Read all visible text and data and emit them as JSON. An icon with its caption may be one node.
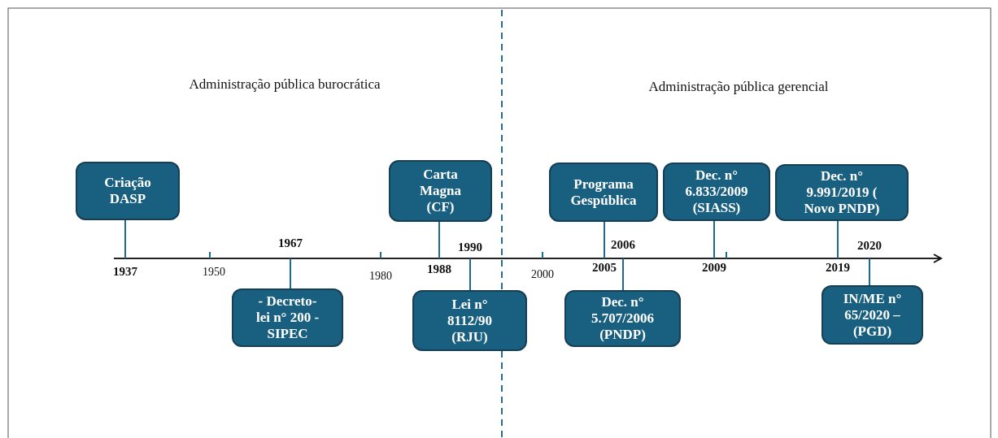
{
  "diagram": {
    "nodes": [
      {
        "text": [
          "Criação DASP"
        ]
      },
      {
        "text": [
          "Carta Magna (CF)"
        ]
      },
      {
        "text": [
          "Programa Gespública"
        ]
      },
      {
        "text": [
          "Dec.  n° 6.833/2009 (SIASS)"
        ]
      },
      {
        "text": [
          "Dec. n° 9.991/2019 ( Novo PNDP)"
        ]
      },
      {
        "text": [
          "- Decreto- lei n° 200 - SIPEC"
        ]
      },
      {
        "text": [
          "Lei n° 8112/90 (RJU)"
        ]
      },
      {
        "text": [
          "Dec. n° 5.707/2006 (PNDP)"
        ]
      },
      {
        "text": [
          "IN/ME n° 65/2020 – (PGD)"
        ]
      },
      {
        "text": [
          "1937"
        ]
      },
      {
        "text": [
          "1988"
        ]
      },
      {
        "text": [
          "2005"
        ]
      },
      {
        "text": [
          "2009"
        ]
      },
      {
        "text": [
          "2019"
        ]
      },
      {
        "text": [
          "1967"
        ]
      },
      {
        "text": [
          "1990"
        ]
      },
      {
        "text": [
          "2006"
        ]
      },
      {
        "text": [
          "2020"
        ]
      }
    ],
    "edges": [
      {
        "from": 0,
        "to": 9,
        "arrow": "none"
      },
      {
        "from": 1,
        "to": 10,
        "arrow": "none"
      },
      {
        "from": 2,
        "to": 11,
        "arrow": "none"
      },
      {
        "from": 3,
        "to": 12,
        "arrow": "none"
      },
      {
        "from": 4,
        "to": 13,
        "arrow": "none"
      },
      {
        "from": 5,
        "to": 14,
        "arrow": "none"
      },
      {
        "from": 6,
        "to": 15,
        "arrow": "none"
      },
      {
        "from": 7,
        "to": 16,
        "arrow": "none"
      },
      {
        "from": 8,
        "to": 17,
        "arrow": "none"
      }
    ],
    "labels": [
      "Administração pública burocrática",
      "Administração pública gerencial",
      "1950",
      "1980",
      "2000"
    ]
  }
}
